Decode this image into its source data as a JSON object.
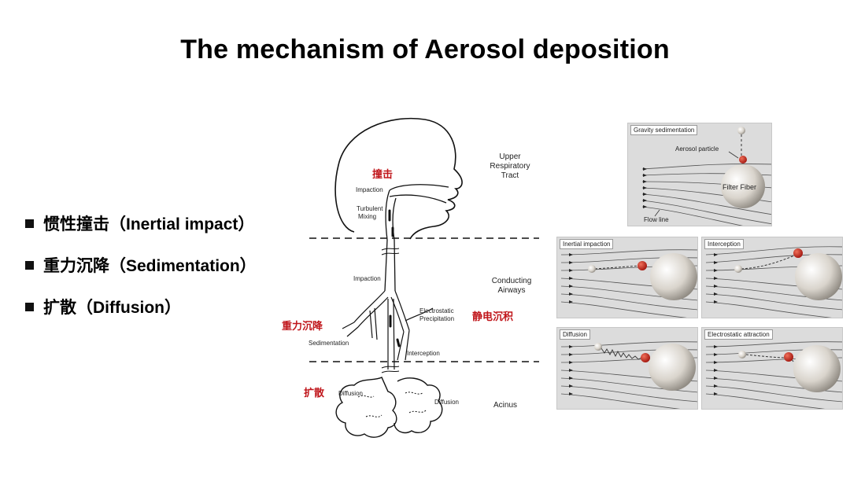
{
  "title": "The mechanism of Aerosol deposition",
  "bullets": [
    {
      "label": "惯性撞击（Inertial impact）"
    },
    {
      "label": "重力沉降（Sedimentation）"
    },
    {
      "label": "扩散（Diffusion）"
    }
  ],
  "diagram": {
    "regions": {
      "upper_line1": "Upper",
      "upper_line2": "Respiratory",
      "upper_line3": "Tract",
      "conducting_line1": "Conducting",
      "conducting_line2": "Airways",
      "acinus": "Acinus"
    },
    "labels": {
      "impaction_upper": "Impaction",
      "turbulent_line1": "Turbulent",
      "turbulent_line2": "Mixing",
      "impaction_mid": "Impaction",
      "electrostatic_line1": "Electrostatic",
      "electrostatic_line2": "Precipitation",
      "sedimentation": "Sedimentation",
      "interception": "Interception",
      "diffusion_left": "Diffusion",
      "diffusion_right": "Diffusion"
    },
    "chinese_labels": {
      "impact": "撞击",
      "sedimentation": "重力沉降",
      "electrostatic": "静电沉积",
      "diffusion": "扩散"
    },
    "accent_color": "#c0161b"
  },
  "panels": {
    "gravity": {
      "title": "Gravity sedimentation",
      "particle_label": "Aerosol particle",
      "fiber_label": "Filter Fiber",
      "flow_label": "Flow line"
    },
    "inertial": {
      "title": "Inertial impaction"
    },
    "interception": {
      "title": "Interception"
    },
    "diffusion": {
      "title": "Diffusion"
    },
    "electrostatic": {
      "title": "Electrostatic attraction"
    }
  }
}
